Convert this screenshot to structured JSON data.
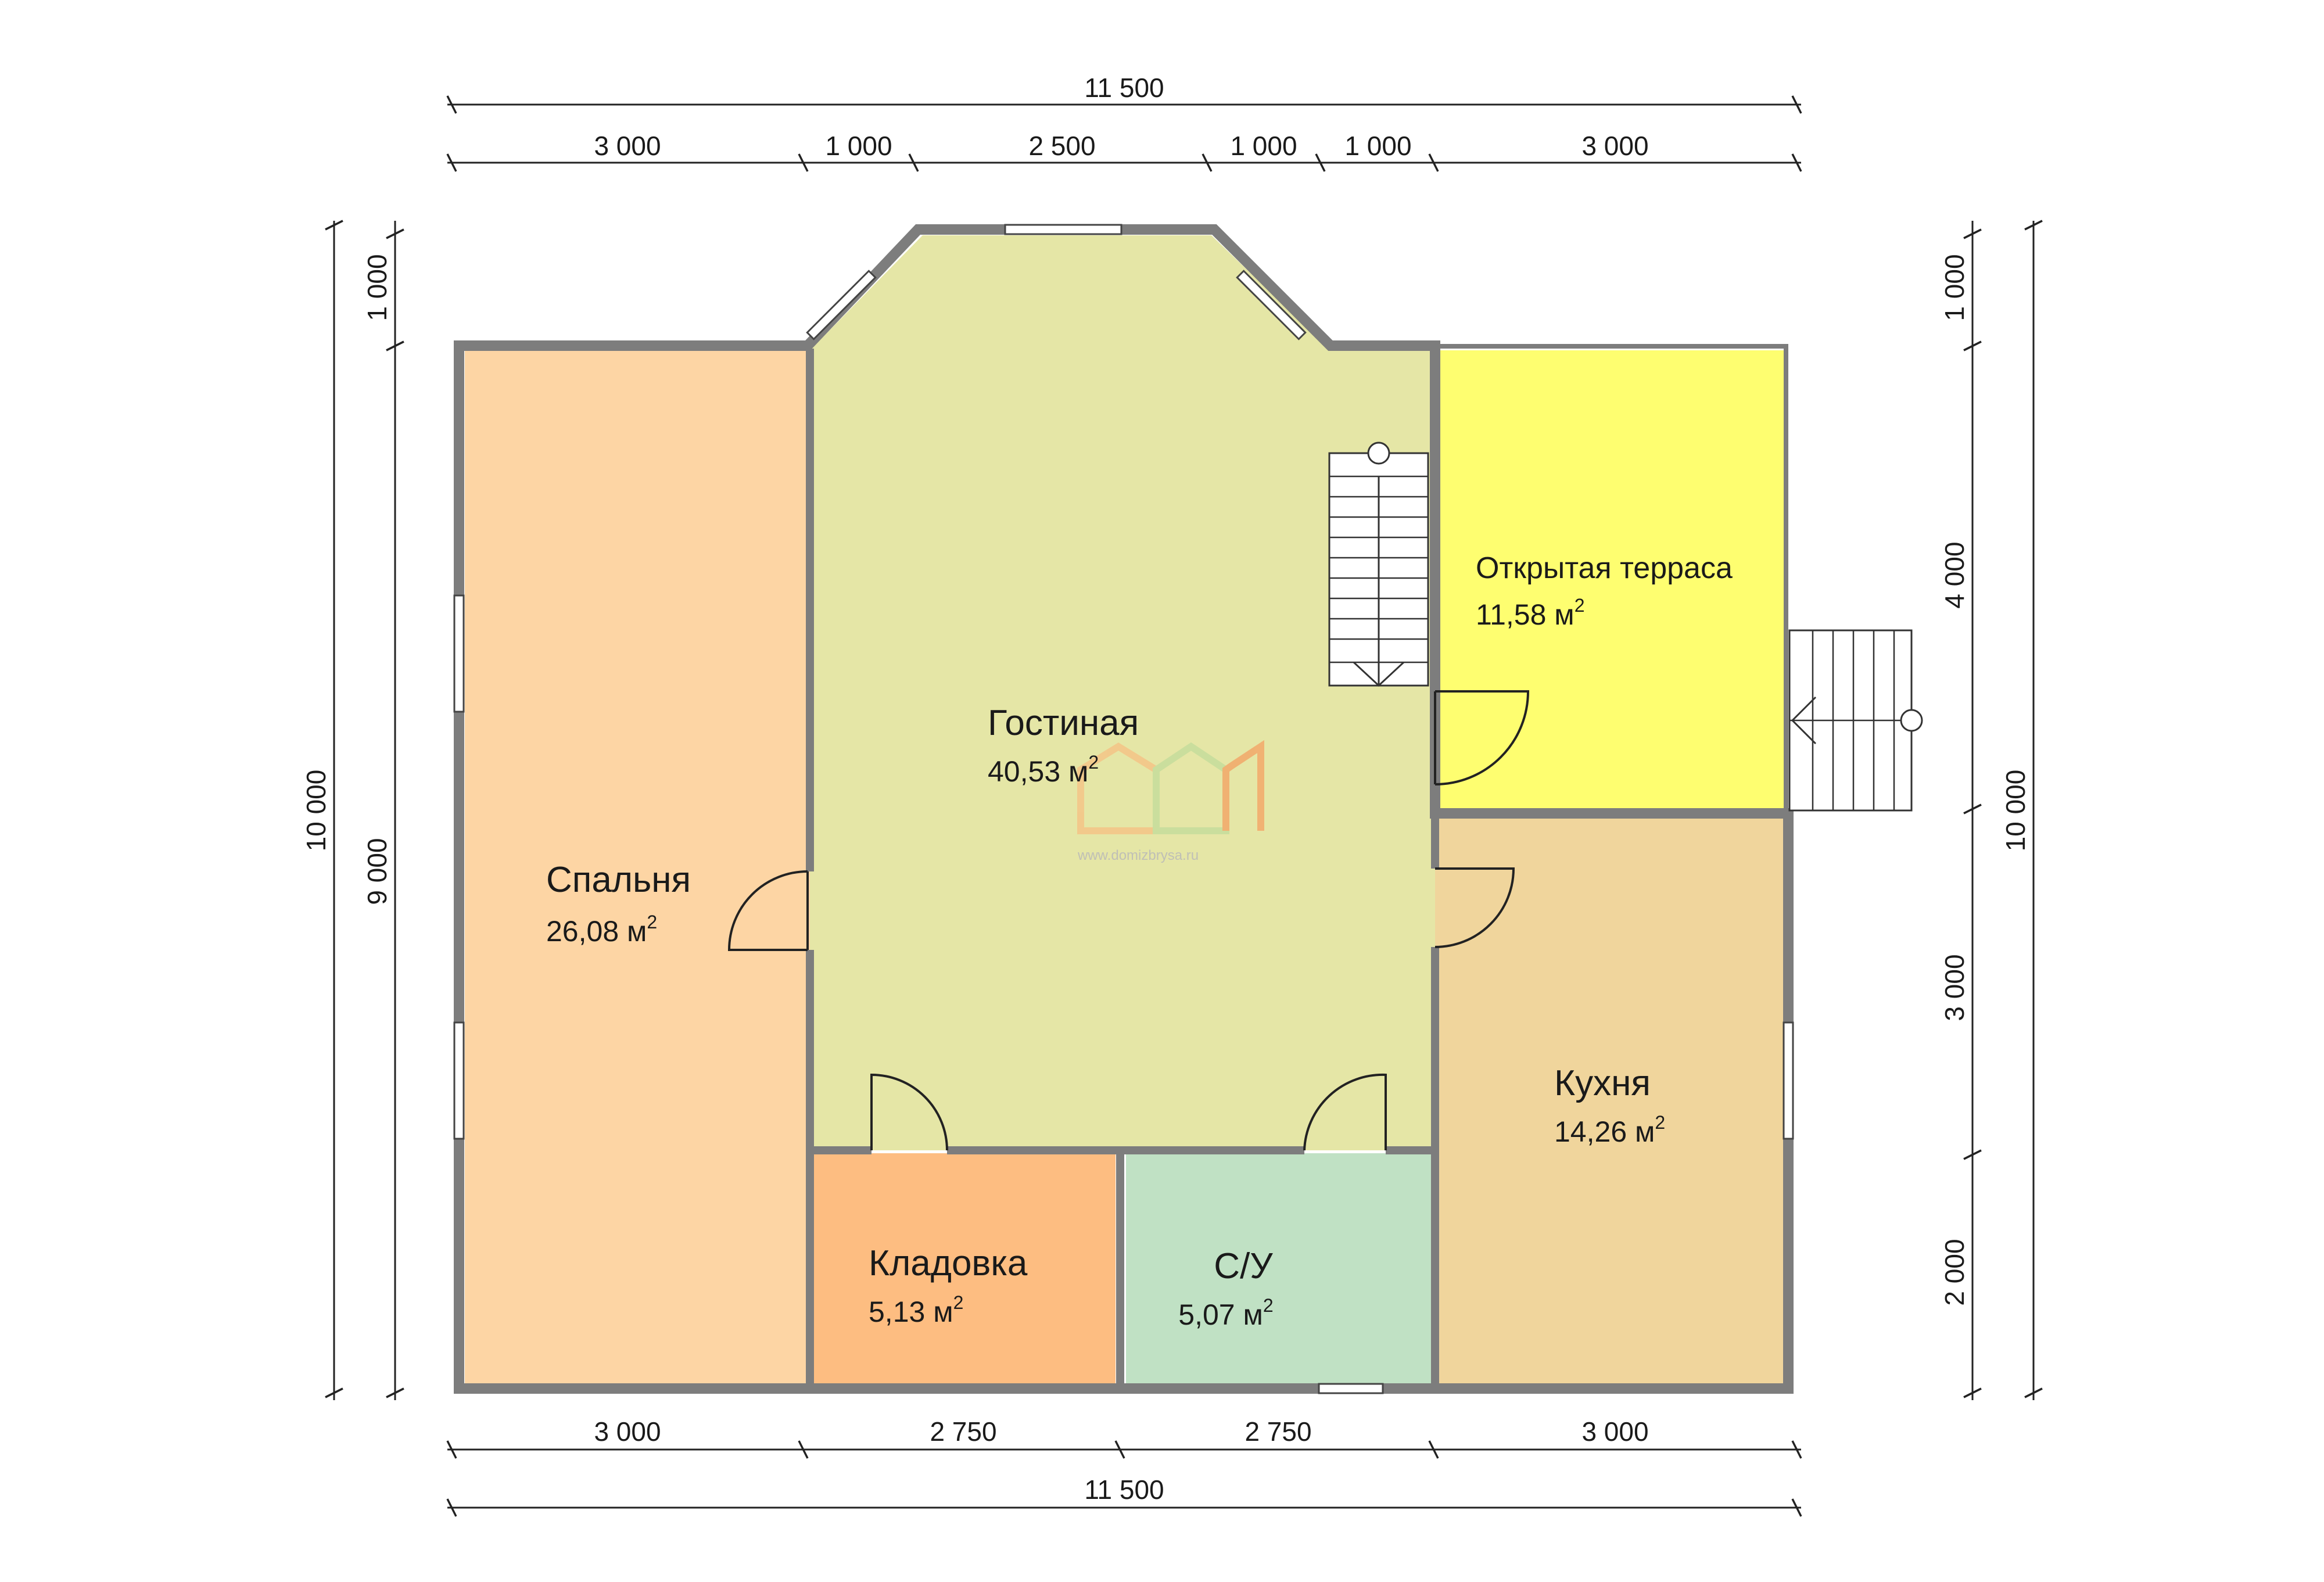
{
  "top_dimensions": {
    "overall": "11 500",
    "segments": [
      "3 000",
      "1 000",
      "2 500",
      "1 000",
      "1 000",
      "3 000"
    ]
  },
  "bottom_dimensions": {
    "overall": "11 500",
    "segments": [
      "3 000",
      "2 750",
      "2 750",
      "3 000"
    ]
  },
  "left_dimensions": {
    "overall": "10 000",
    "segments": [
      "1 000",
      "9 000"
    ]
  },
  "right_dimensions": {
    "overall": "10 000",
    "segments": [
      "1 000",
      "4 000",
      "3 000",
      "2 000"
    ]
  },
  "rooms": {
    "bedroom": {
      "name": "Спальня",
      "area": "26,08 м",
      "color": "#fdd5a4"
    },
    "living": {
      "name": "Гостиная",
      "area": "40,53 м",
      "color": "#e5e6a6"
    },
    "terrace": {
      "name": "Открытая терраса",
      "area": "11,58 м",
      "color": "#fefe70"
    },
    "kitchen": {
      "name": "Кухня",
      "area": "14,26 м",
      "color": "#f0d59c"
    },
    "storage": {
      "name": "Кладовка",
      "area": "5,13 м",
      "color": "#fdbd81"
    },
    "bathroom": {
      "name": "С/У",
      "area": "5,07 м",
      "color": "#c0e1c4"
    }
  },
  "area_unit_superscript": "2",
  "watermark": {
    "url": "www.domizbrysa.ru",
    "logo_colors": [
      "#f5c487",
      "#c6dd9c",
      "#f3a86a"
    ]
  }
}
